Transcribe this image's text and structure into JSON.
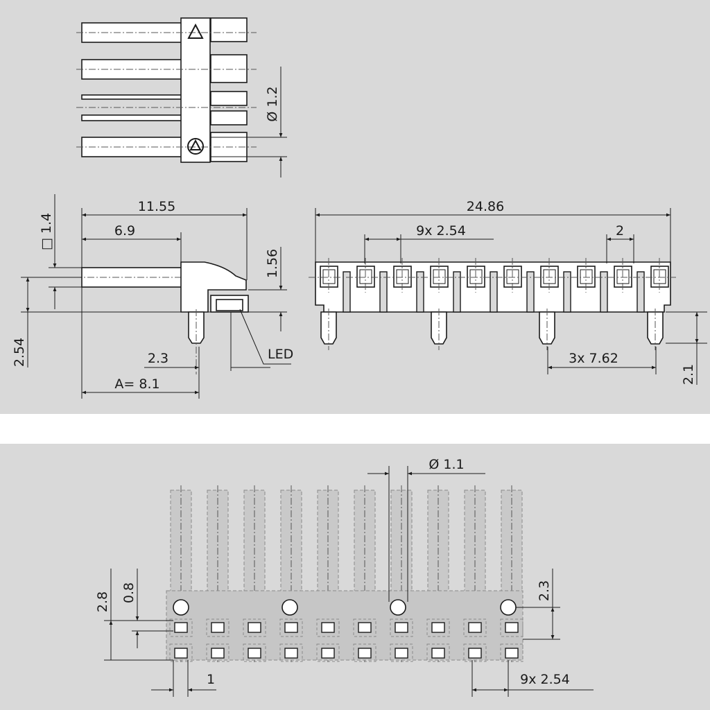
{
  "colors": {
    "panel": "#d9d9d9",
    "background": "#ffffff",
    "ink": "#1a1a1a"
  },
  "top_view": {
    "diameter": "Ø 1.2"
  },
  "side_view": {
    "square": "□ 1.4",
    "length_overall": "11.55",
    "length_pin": "6.9",
    "height_led": "1.56",
    "height_pin": "2.54",
    "offset_pin": "2.3",
    "dimension_a": "A=  8.1",
    "led_label": "LED"
  },
  "front_view": {
    "width_overall": "24.86",
    "pitch": "9x   2.54",
    "led_width": "2",
    "pin_pitch": "3x   7.62",
    "pin_length": "2.1"
  },
  "bottom_view": {
    "hole_diameter": "Ø 1.1",
    "dim_2_8": "2.8",
    "dim_0_8": "0.8",
    "dim_2_3": "2.3",
    "dim_1": "1",
    "pitch": "9x   2.54"
  }
}
